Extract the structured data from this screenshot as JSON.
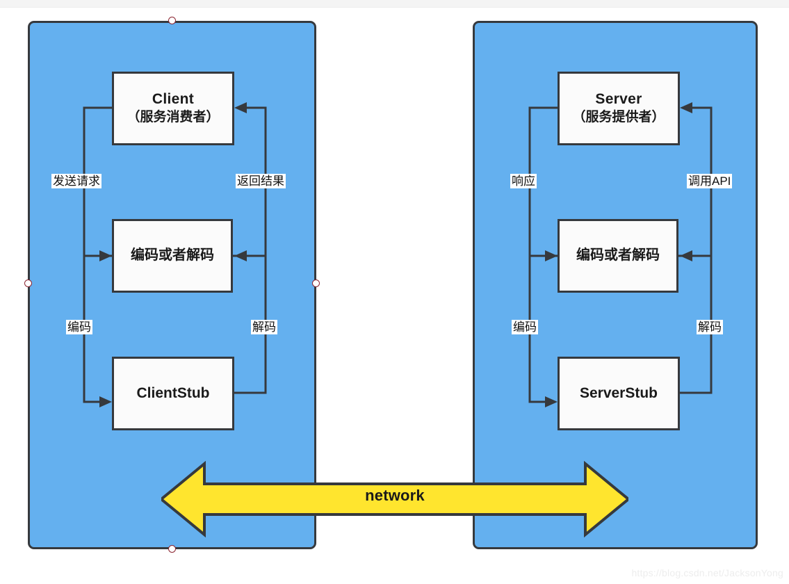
{
  "canvas": {
    "panel_fill": "#64b0ef",
    "border_color": "#36393d",
    "node_fill": "#fbfbfb",
    "network_color": "#ffe52e"
  },
  "panels": [
    {
      "id": "client",
      "name": "client-panel"
    },
    {
      "id": "server",
      "name": "server-panel"
    }
  ],
  "client_side": {
    "top_node": {
      "line1": "Client",
      "line2": "（服务消费者）"
    },
    "codec_node": {
      "label": "编码或者解码"
    },
    "stub_node": {
      "label": "ClientStub"
    },
    "labels": {
      "down_outer": "发送请求",
      "up_outer": "返回结果",
      "down_inner": "编码",
      "up_inner": "解码"
    }
  },
  "server_side": {
    "top_node": {
      "line1": "Server",
      "line2": "（服务提供者）"
    },
    "codec_node": {
      "label": "编码或者解码"
    },
    "stub_node": {
      "label": "ServerStub"
    },
    "labels": {
      "down_outer": "响应",
      "up_outer": "调用API",
      "down_inner": "编码",
      "up_inner": "解码"
    }
  },
  "network": {
    "label": "network",
    "direction": "bidirectional"
  },
  "watermark": {
    "text": "https://blog.csdn.net/JacksonYong"
  }
}
